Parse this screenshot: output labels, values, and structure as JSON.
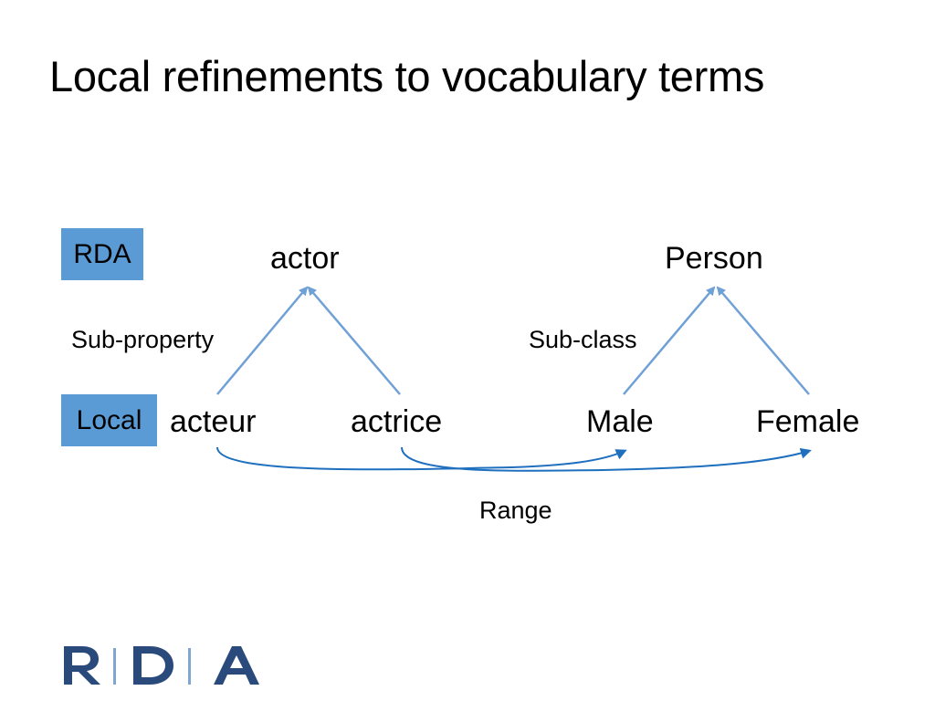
{
  "title": "Local refinements to vocabulary terms",
  "boxes": {
    "rda": "RDA",
    "local": "Local"
  },
  "terms": {
    "actor": "actor",
    "person": "Person",
    "acteur": "acteur",
    "actrice": "actrice",
    "male": "Male",
    "female": "Female"
  },
  "edge_labels": {
    "sub_property": "Sub-property",
    "sub_class": "Sub-class",
    "range": "Range"
  },
  "logo": {
    "text": "RDA",
    "color": "#2b4a7c",
    "divider_color": "#7fa6d0"
  },
  "colors": {
    "box_fill": "#5b9bd5",
    "subproperty_arrow": "#6fa0d6",
    "range_arrow": "#1f6fbf"
  }
}
